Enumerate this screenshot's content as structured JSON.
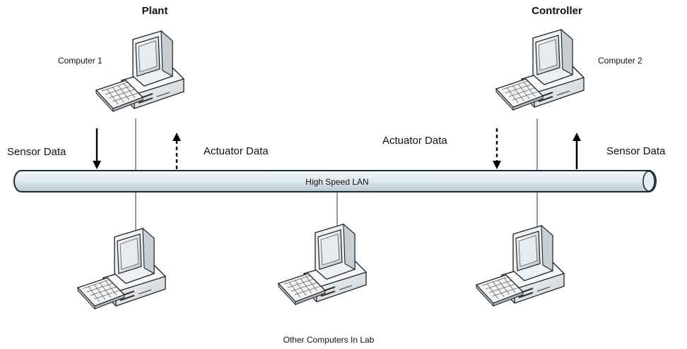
{
  "diagram": {
    "plant_title": "Plant",
    "controller_title": "Controller",
    "computer1_label": "Computer 1",
    "computer2_label": "Computer 2",
    "lan_label": "High Speed LAN",
    "left_sensor_label": "Sensor Data",
    "left_actuator_label": "Actuator Data",
    "right_actuator_label": "Actuator Data",
    "right_sensor_label": "Sensor Data",
    "lab_label": "Other Computers In Lab"
  },
  "icons": [
    "computer-icon"
  ]
}
